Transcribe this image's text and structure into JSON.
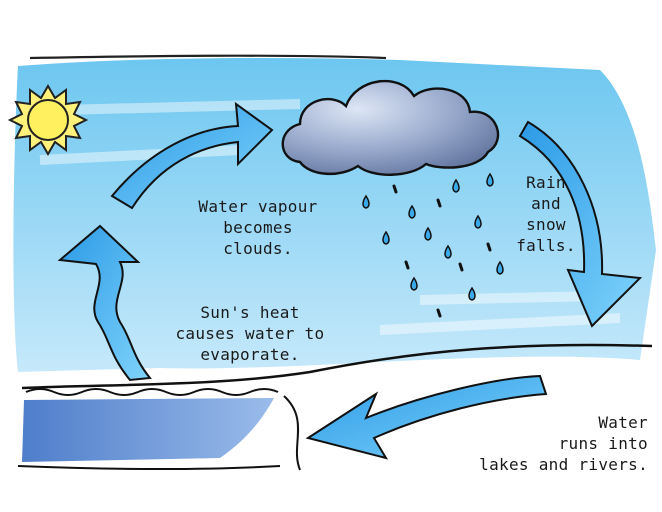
{
  "diagram": {
    "labels": {
      "vapour": [
        "Water vapour",
        "becomes",
        "clouds."
      ],
      "evaporate": [
        "Sun's heat",
        "causes water to",
        "evaporate."
      ],
      "rain": [
        "Rain",
        "and",
        "snow",
        "falls."
      ],
      "runoff": [
        "Water",
        "runs into",
        "lakes and rivers."
      ]
    },
    "icons": {
      "sun": "sun-icon",
      "cloud": "rain-cloud-icon",
      "arrows": "curved-arrow-icon",
      "drops": "raindrop-icon"
    },
    "colors": {
      "sky": "#6ec8f0",
      "arrow": "#3aa9ea",
      "sun": "#fff27a",
      "cloud": "#7f93b8",
      "lake": "#3f74c8",
      "outline": "#111111"
    }
  }
}
